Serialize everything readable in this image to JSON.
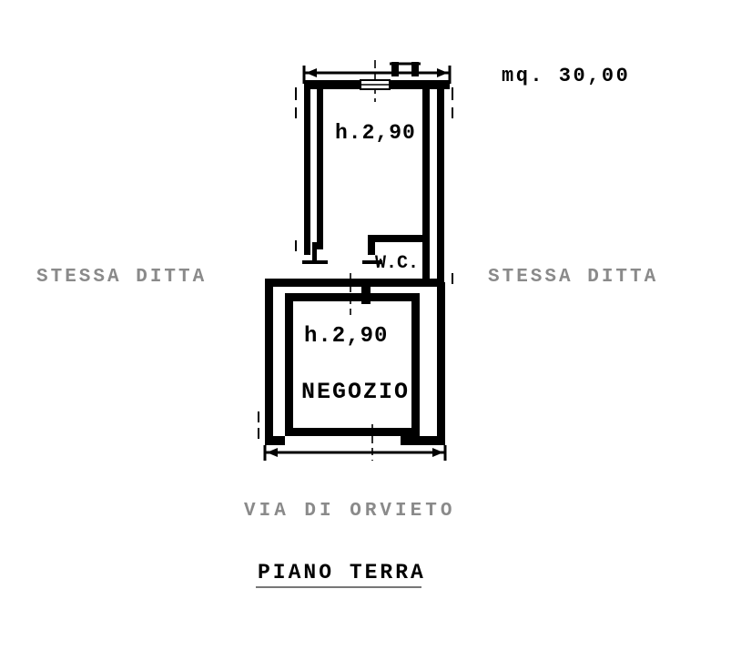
{
  "document": {
    "kind": "cadastral-floor-plan",
    "area_note": "mq. 30,00",
    "floor_label": "PIANO TERRA",
    "street_label": "VIA DI ORVIETO",
    "neighbour_left": "STESSA DITTA",
    "neighbour_right": "STESSA DITTA"
  },
  "rooms": [
    {
      "id": "upper-room",
      "height_label": "h.2,90",
      "name_label": ""
    },
    {
      "id": "wc",
      "height_label": "",
      "name_label": "W.C."
    },
    {
      "id": "negozio",
      "height_label": "h.2,90",
      "name_label": "NEGOZIO"
    }
  ],
  "labels": {
    "upper_height": "h.2,90",
    "lower_height": "h.2,90",
    "negozio": "NEGOZIO",
    "wc": "W.C."
  },
  "colors": {
    "ink": "#000000",
    "faded_ink": "#2b2b2b",
    "paper": "#ffffff"
  }
}
